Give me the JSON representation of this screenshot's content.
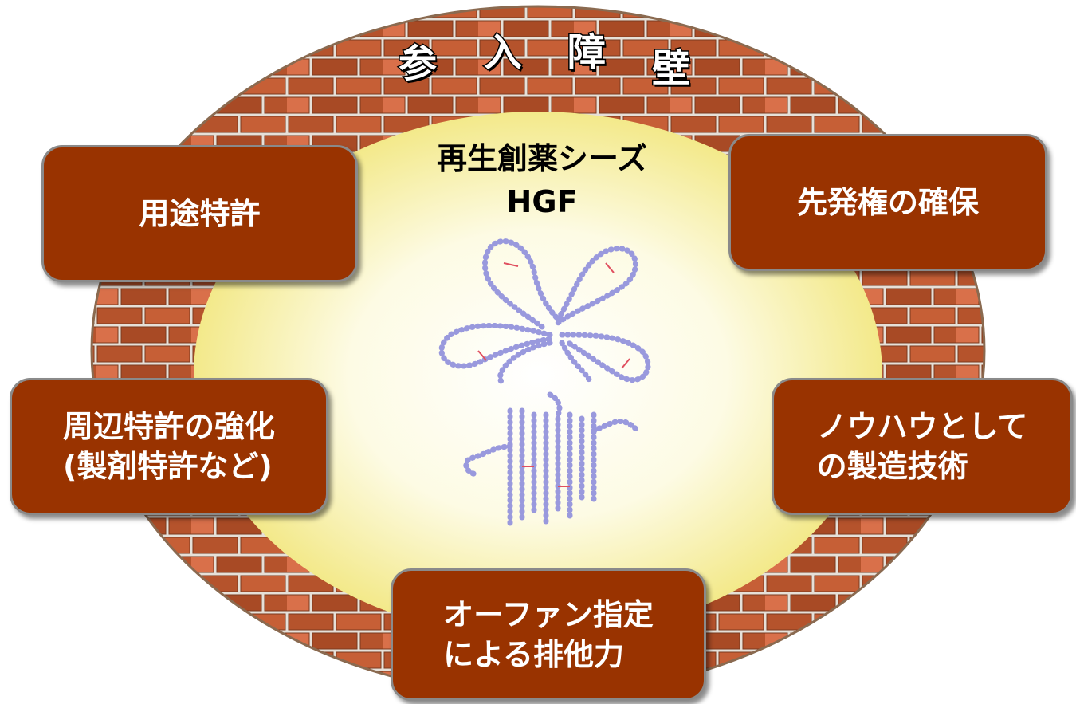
{
  "title_chars": [
    "参",
    "入",
    "障",
    "壁"
  ],
  "center": {
    "line1": "再生創薬シーズ",
    "line2": "HGF"
  },
  "boxes": {
    "use_patent": "用途特許",
    "first_mover": "先発権の確保",
    "peripheral_line1": "周辺特許の強化",
    "peripheral_line2": "(製剤特許など)",
    "knowhow_line1": "ノウハウとして",
    "knowhow_line2": "の製造技術",
    "orphan_line1": "オーファン指定",
    "orphan_line2": "による排他力"
  },
  "colors": {
    "box_fill": "#993300",
    "box_border": "#8a8a8a",
    "brick": "#b5532c",
    "brick_light": "#d9704a",
    "mortar": "#e6e0d8",
    "glow_center": "#ffffff",
    "glow_edge": "#f3e98a",
    "molecule": "#9999dd",
    "bond": "#e05060"
  },
  "icons": {
    "molecule": "hgf-protein-structure"
  }
}
